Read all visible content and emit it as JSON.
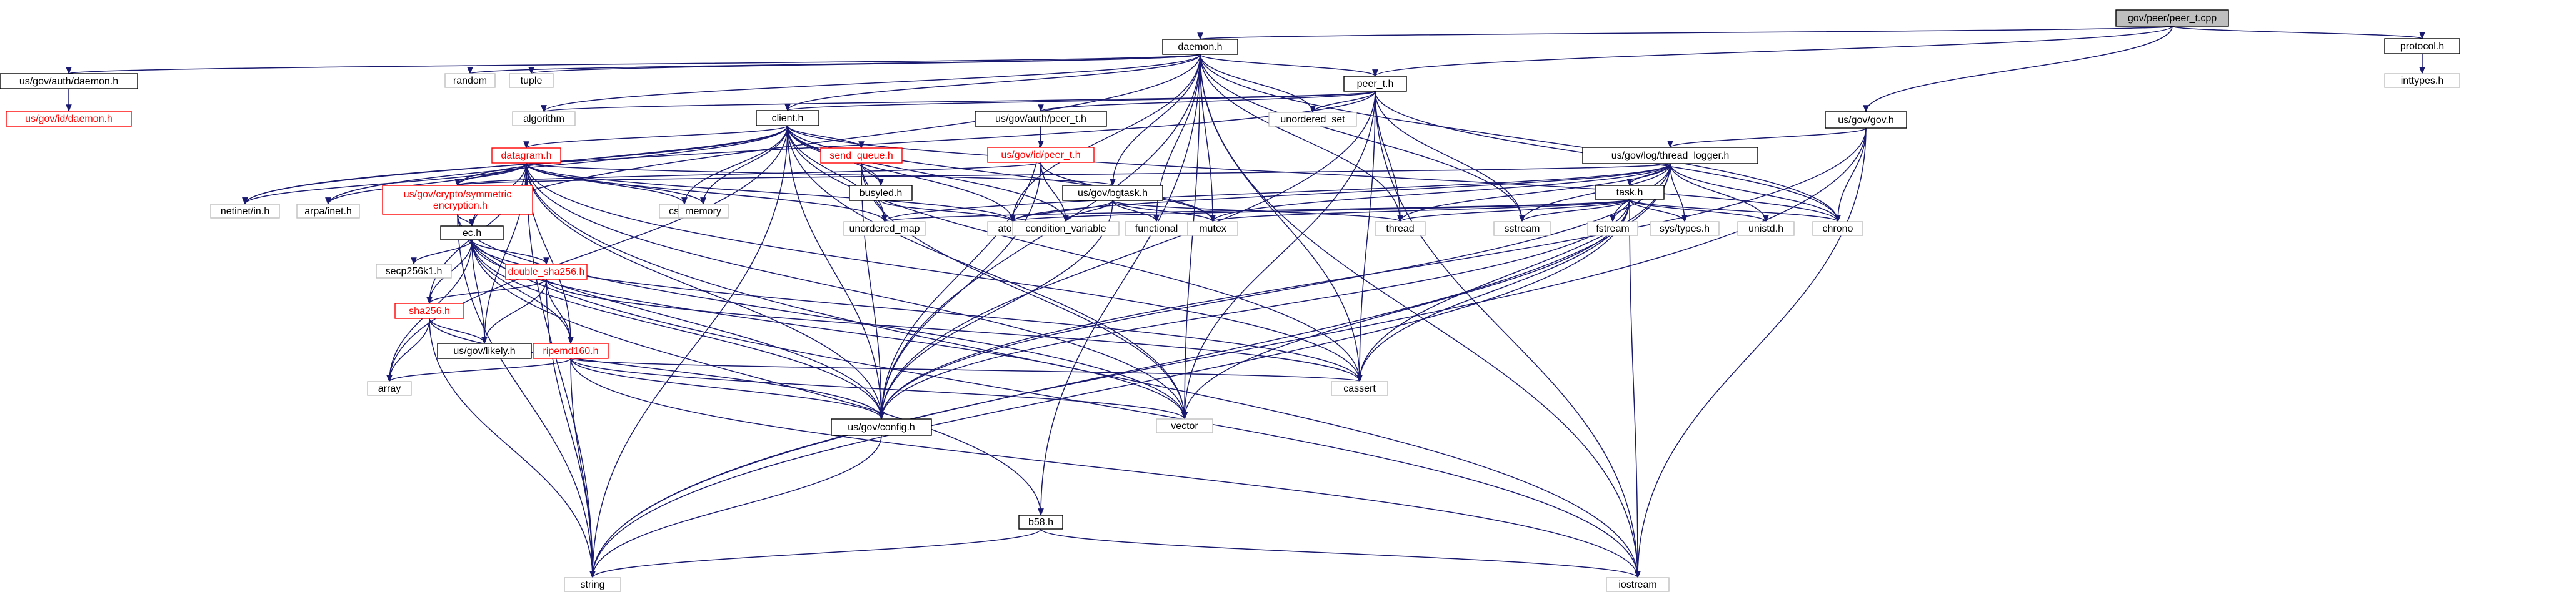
{
  "nodes": [
    {
      "id": "peer_t_cpp",
      "label": "gov/peer/peer_t.cpp",
      "style": "root"
    },
    {
      "id": "daemon_h",
      "label": "daemon.h",
      "style": "normal"
    },
    {
      "id": "peer_t_h",
      "label": "peer_t.h",
      "style": "normal"
    },
    {
      "id": "us_gov_gov_h",
      "label": "us/gov/gov.h",
      "style": "normal"
    },
    {
      "id": "protocol_h",
      "label": "protocol.h",
      "style": "normal"
    },
    {
      "id": "inttypes_h",
      "label": "inttypes.h",
      "style": "missing"
    },
    {
      "id": "auth_daemon_h",
      "label": "us/gov/auth/daemon.h",
      "style": "normal"
    },
    {
      "id": "id_daemon_h",
      "label": "us/gov/id/daemon.h",
      "style": "incomplete"
    },
    {
      "id": "random",
      "label": "random",
      "style": "missing"
    },
    {
      "id": "tuple",
      "label": "tuple",
      "style": "missing"
    },
    {
      "id": "algorithm",
      "label": "algorithm",
      "style": "missing"
    },
    {
      "id": "unordered_set",
      "label": "unordered_set",
      "style": "missing"
    },
    {
      "id": "client_h",
      "label": "client.h",
      "style": "normal"
    },
    {
      "id": "auth_peer_t_h",
      "label": "us/gov/auth/peer_t.h",
      "style": "normal"
    },
    {
      "id": "id_peer_t_h",
      "label": "us/gov/id/peer_t.h",
      "style": "incomplete"
    },
    {
      "id": "datagram_h",
      "label": "datagram.h",
      "style": "incomplete"
    },
    {
      "id": "send_queue_h",
      "label": "send_queue.h",
      "style": "incomplete"
    },
    {
      "id": "busyled_h",
      "label": "busyled.h",
      "style": "normal"
    },
    {
      "id": "thread_logger_h",
      "label": "us/gov/log/thread_logger.h",
      "style": "normal"
    },
    {
      "id": "task_h",
      "label": "task.h",
      "style": "normal"
    },
    {
      "id": "bgtask_h",
      "label": "us/gov/bgtask.h",
      "style": "normal"
    },
    {
      "id": "symmetric_enc_h",
      "label": "us/gov/crypto/symmetric\n_encryption.h",
      "style": "incomplete"
    },
    {
      "id": "ec_h",
      "label": "ec.h",
      "style": "normal"
    },
    {
      "id": "secp256k1_h",
      "label": "secp256k1.h",
      "style": "missing"
    },
    {
      "id": "double_sha256_h",
      "label": "double_sha256.h",
      "style": "incomplete"
    },
    {
      "id": "sha256_h",
      "label": "sha256.h",
      "style": "incomplete"
    },
    {
      "id": "likely_h",
      "label": "us/gov/likely.h",
      "style": "normal"
    },
    {
      "id": "ripemd160_h",
      "label": "ripemd160.h",
      "style": "incomplete"
    },
    {
      "id": "config_h",
      "label": "us/gov/config.h",
      "style": "normal"
    },
    {
      "id": "b58_h",
      "label": "b58.h",
      "style": "normal"
    },
    {
      "id": "netinet_in_h",
      "label": "netinet/in.h",
      "style": "missing"
    },
    {
      "id": "arpa_inet_h",
      "label": "arpa/inet.h",
      "style": "missing"
    },
    {
      "id": "csignal",
      "label": "csignal",
      "style": "missing"
    },
    {
      "id": "memory",
      "label": "memory",
      "style": "missing"
    },
    {
      "id": "unordered_map",
      "label": "unordered_map",
      "style": "missing"
    },
    {
      "id": "atomic",
      "label": "atomic",
      "style": "missing"
    },
    {
      "id": "condition_variable",
      "label": "condition_variable",
      "style": "missing"
    },
    {
      "id": "functional",
      "label": "functional",
      "style": "missing"
    },
    {
      "id": "mutex",
      "label": "mutex",
      "style": "missing"
    },
    {
      "id": "thread",
      "label": "thread",
      "style": "missing"
    },
    {
      "id": "sstream",
      "label": "sstream",
      "style": "missing"
    },
    {
      "id": "fstream",
      "label": "fstream",
      "style": "missing"
    },
    {
      "id": "sys_types_h",
      "label": "sys/types.h",
      "style": "missing"
    },
    {
      "id": "unistd_h",
      "label": "unistd.h",
      "style": "missing"
    },
    {
      "id": "chrono",
      "label": "chrono",
      "style": "missing"
    },
    {
      "id": "array",
      "label": "array",
      "style": "missing"
    },
    {
      "id": "vector",
      "label": "vector",
      "style": "missing"
    },
    {
      "id": "cassert",
      "label": "cassert",
      "style": "missing"
    },
    {
      "id": "string",
      "label": "string",
      "style": "missing"
    },
    {
      "id": "iostream",
      "label": "iostream",
      "style": "missing"
    }
  ],
  "edges": [
    [
      "peer_t_cpp",
      "daemon_h"
    ],
    [
      "peer_t_cpp",
      "peer_t_h"
    ],
    [
      "peer_t_cpp",
      "us_gov_gov_h"
    ],
    [
      "peer_t_cpp",
      "protocol_h"
    ],
    [
      "protocol_h",
      "inttypes_h"
    ],
    [
      "daemon_h",
      "auth_daemon_h"
    ],
    [
      "daemon_h",
      "random"
    ],
    [
      "daemon_h",
      "tuple"
    ],
    [
      "daemon_h",
      "algorithm"
    ],
    [
      "daemon_h",
      "peer_t_h"
    ],
    [
      "daemon_h",
      "unordered_set"
    ],
    [
      "daemon_h",
      "client_h"
    ],
    [
      "daemon_h",
      "bgtask_h"
    ],
    [
      "daemon_h",
      "ec_h"
    ],
    [
      "daemon_h",
      "config_h"
    ],
    [
      "daemon_h",
      "vector"
    ],
    [
      "daemon_h",
      "cassert"
    ],
    [
      "daemon_h",
      "thread"
    ],
    [
      "daemon_h",
      "sstream"
    ],
    [
      "daemon_h",
      "chrono"
    ],
    [
      "daemon_h",
      "iostream"
    ],
    [
      "daemon_h",
      "functional"
    ],
    [
      "daemon_h",
      "atomic"
    ],
    [
      "daemon_h",
      "mutex"
    ],
    [
      "daemon_h",
      "b58_h"
    ],
    [
      "auth_daemon_h",
      "id_daemon_h"
    ],
    [
      "peer_t_h",
      "auth_peer_t_h"
    ],
    [
      "peer_t_h",
      "client_h"
    ],
    [
      "peer_t_h",
      "algorithm"
    ],
    [
      "peer_t_h",
      "unordered_set"
    ],
    [
      "peer_t_h",
      "thread"
    ],
    [
      "peer_t_h",
      "sstream"
    ],
    [
      "peer_t_h",
      "vector"
    ],
    [
      "peer_t_h",
      "cassert"
    ],
    [
      "peer_t_h",
      "chrono"
    ],
    [
      "peer_t_h",
      "iostream"
    ],
    [
      "peer_t_h",
      "config_h"
    ],
    [
      "peer_t_h",
      "netinet_in_h"
    ],
    [
      "auth_peer_t_h",
      "id_peer_t_h"
    ],
    [
      "auth_peer_t_h",
      "config_h"
    ],
    [
      "id_peer_t_h",
      "symmetric_enc_h"
    ],
    [
      "id_peer_t_h",
      "config_h"
    ],
    [
      "id_peer_t_h",
      "mutex"
    ],
    [
      "id_peer_t_h",
      "condition_variable"
    ],
    [
      "client_h",
      "datagram_h"
    ],
    [
      "client_h",
      "send_queue_h"
    ],
    [
      "client_h",
      "busyled_h"
    ],
    [
      "client_h",
      "netinet_in_h"
    ],
    [
      "client_h",
      "arpa_inet_h"
    ],
    [
      "client_h",
      "csignal"
    ],
    [
      "client_h",
      "memory"
    ],
    [
      "client_h",
      "atomic"
    ],
    [
      "client_h",
      "condition_variable"
    ],
    [
      "client_h",
      "mutex"
    ],
    [
      "client_h",
      "symmetric_enc_h"
    ],
    [
      "client_h",
      "config_h"
    ],
    [
      "client_h",
      "string"
    ],
    [
      "client_h",
      "vector"
    ],
    [
      "client_h",
      "cassert"
    ],
    [
      "client_h",
      "chrono"
    ],
    [
      "client_h",
      "unordered_map"
    ],
    [
      "client_h",
      "array"
    ],
    [
      "datagram_h",
      "netinet_in_h"
    ],
    [
      "datagram_h",
      "arpa_inet_h"
    ],
    [
      "datagram_h",
      "csignal"
    ],
    [
      "datagram_h",
      "memory"
    ],
    [
      "datagram_h",
      "unordered_map"
    ],
    [
      "datagram_h",
      "symmetric_enc_h"
    ],
    [
      "datagram_h",
      "ec_h"
    ],
    [
      "datagram_h",
      "sha256_h"
    ],
    [
      "datagram_h",
      "ripemd160_h"
    ],
    [
      "datagram_h",
      "likely_h"
    ],
    [
      "datagram_h",
      "config_h"
    ],
    [
      "datagram_h",
      "string"
    ],
    [
      "datagram_h",
      "vector"
    ],
    [
      "datagram_h",
      "cassert"
    ],
    [
      "datagram_h",
      "iostream"
    ],
    [
      "datagram_h",
      "atomic"
    ],
    [
      "datagram_h",
      "bgtask_h"
    ],
    [
      "send_queue_h",
      "busyled_h"
    ],
    [
      "send_queue_h",
      "config_h"
    ],
    [
      "send_queue_h",
      "unordered_map"
    ],
    [
      "send_queue_h",
      "vector"
    ],
    [
      "busyled_h",
      "atomic"
    ],
    [
      "us_gov_gov_h",
      "thread_logger_h"
    ],
    [
      "us_gov_gov_h",
      "config_h"
    ],
    [
      "us_gov_gov_h",
      "string"
    ],
    [
      "us_gov_gov_h",
      "iostream"
    ],
    [
      "us_gov_gov_h",
      "chrono"
    ],
    [
      "thread_logger_h",
      "task_h"
    ],
    [
      "thread_logger_h",
      "config_h"
    ],
    [
      "thread_logger_h",
      "unordered_map"
    ],
    [
      "thread_logger_h",
      "atomic"
    ],
    [
      "thread_logger_h",
      "mutex"
    ],
    [
      "thread_logger_h",
      "thread"
    ],
    [
      "thread_logger_h",
      "sstream"
    ],
    [
      "thread_logger_h",
      "fstream"
    ],
    [
      "thread_logger_h",
      "sys_types_h"
    ],
    [
      "thread_logger_h",
      "unistd_h"
    ],
    [
      "thread_logger_h",
      "chrono"
    ],
    [
      "thread_logger_h",
      "symmetric_enc_h"
    ],
    [
      "thread_logger_h",
      "cassert"
    ],
    [
      "thread_logger_h",
      "string"
    ],
    [
      "task_h",
      "atomic"
    ],
    [
      "task_h",
      "mutex"
    ],
    [
      "task_h",
      "thread"
    ],
    [
      "task_h",
      "sstream"
    ],
    [
      "task_h",
      "fstream"
    ],
    [
      "task_h",
      "sys_types_h"
    ],
    [
      "task_h",
      "unistd_h"
    ],
    [
      "task_h",
      "chrono"
    ],
    [
      "task_h",
      "config_h"
    ],
    [
      "task_h",
      "cassert"
    ],
    [
      "task_h",
      "vector"
    ],
    [
      "task_h",
      "iostream"
    ],
    [
      "task_h",
      "string"
    ],
    [
      "task_h",
      "unordered_map"
    ],
    [
      "bgtask_h",
      "atomic"
    ],
    [
      "bgtask_h",
      "condition_variable"
    ],
    [
      "bgtask_h",
      "functional"
    ],
    [
      "bgtask_h",
      "mutex"
    ],
    [
      "bgtask_h",
      "thread"
    ],
    [
      "bgtask_h",
      "config_h"
    ],
    [
      "symmetric_enc_h",
      "ec_h"
    ],
    [
      "symmetric_enc_h",
      "config_h"
    ],
    [
      "symmetric_enc_h",
      "vector"
    ],
    [
      "symmetric_enc_h",
      "string"
    ],
    [
      "symmetric_enc_h",
      "iostream"
    ],
    [
      "ec_h",
      "secp256k1_h"
    ],
    [
      "ec_h",
      "double_sha256_h"
    ],
    [
      "ec_h",
      "sha256_h"
    ],
    [
      "ec_h",
      "likely_h"
    ],
    [
      "ec_h",
      "ripemd160_h"
    ],
    [
      "ec_h",
      "config_h"
    ],
    [
      "ec_h",
      "array"
    ],
    [
      "ec_h",
      "vector"
    ],
    [
      "ec_h",
      "cassert"
    ],
    [
      "ec_h",
      "b58_h"
    ],
    [
      "double_sha256_h",
      "sha256_h"
    ],
    [
      "double_sha256_h",
      "likely_h"
    ],
    [
      "double_sha256_h",
      "ripemd160_h"
    ],
    [
      "double_sha256_h",
      "string"
    ],
    [
      "double_sha256_h",
      "cassert"
    ],
    [
      "sha256_h",
      "likely_h"
    ],
    [
      "sha256_h",
      "array"
    ],
    [
      "sha256_h",
      "string"
    ],
    [
      "sha256_h",
      "config_h"
    ],
    [
      "ripemd160_h",
      "array"
    ],
    [
      "ripemd160_h",
      "config_h"
    ],
    [
      "ripemd160_h",
      "vector"
    ],
    [
      "ripemd160_h",
      "cassert"
    ],
    [
      "ripemd160_h",
      "string"
    ],
    [
      "ripemd160_h",
      "iostream"
    ],
    [
      "config_h",
      "string"
    ],
    [
      "b58_h",
      "string"
    ],
    [
      "b58_h",
      "iostream"
    ]
  ]
}
